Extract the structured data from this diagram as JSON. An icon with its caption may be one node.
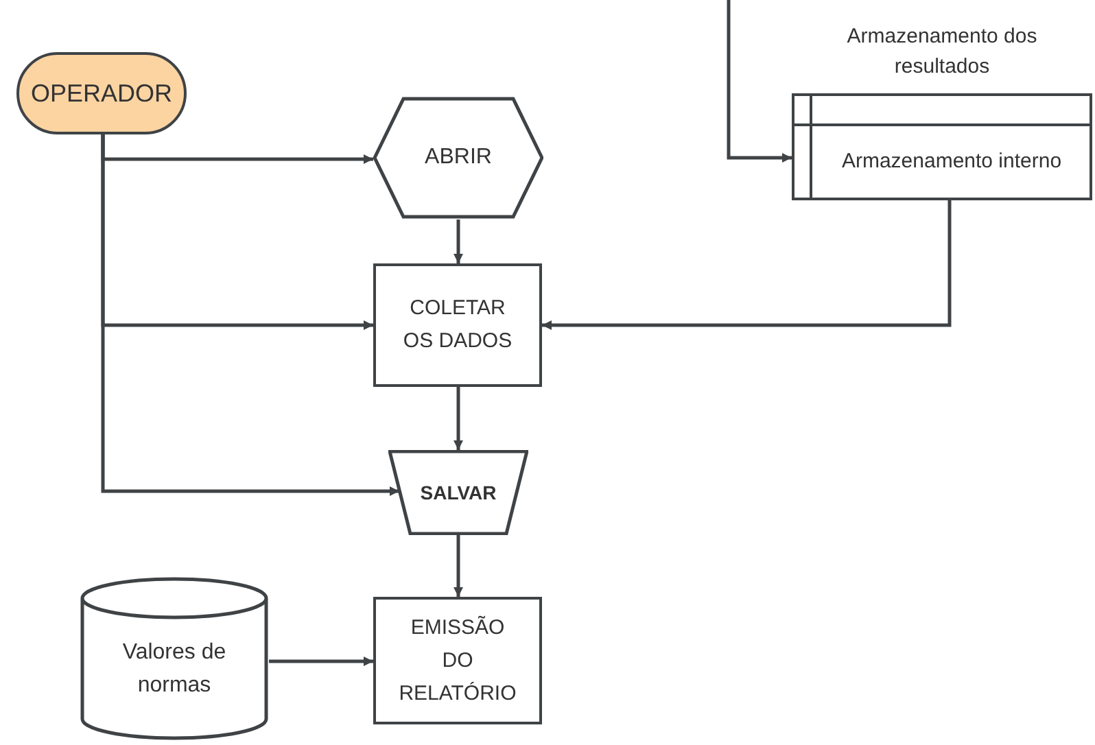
{
  "diagram": {
    "nodes": [
      {
        "text": [
          "OPERADOR"
        ]
      },
      {
        "text": [
          "ABRIR"
        ]
      },
      {
        "text": [
          "COLETAR OS DADOS"
        ]
      },
      {
        "text": [
          "SALVAR"
        ]
      },
      {
        "text": [
          "EMISSÃO DO RELATÓRIO"
        ]
      },
      {
        "text": [
          "Valores de normas"
        ]
      },
      {
        "text": [
          "Armazenamento dos resultados",
          "Armazenamento interno"
        ]
      }
    ],
    "edges": [
      {
        "from": 0,
        "to": 1,
        "arrow": "to"
      },
      {
        "from": 0,
        "to": 2,
        "arrow": "to"
      },
      {
        "from": 0,
        "to": 3,
        "arrow": "to"
      },
      {
        "from": 1,
        "to": 2,
        "arrow": "to"
      },
      {
        "from": 2,
        "to": 3,
        "arrow": "to"
      },
      {
        "from": 3,
        "to": 4,
        "arrow": "to"
      },
      {
        "from": 5,
        "to": 4,
        "arrow": "to"
      },
      {
        "from": null,
        "to": 6,
        "arrow": "to"
      },
      {
        "from": 6,
        "to": 2,
        "arrow": "to"
      }
    ]
  }
}
